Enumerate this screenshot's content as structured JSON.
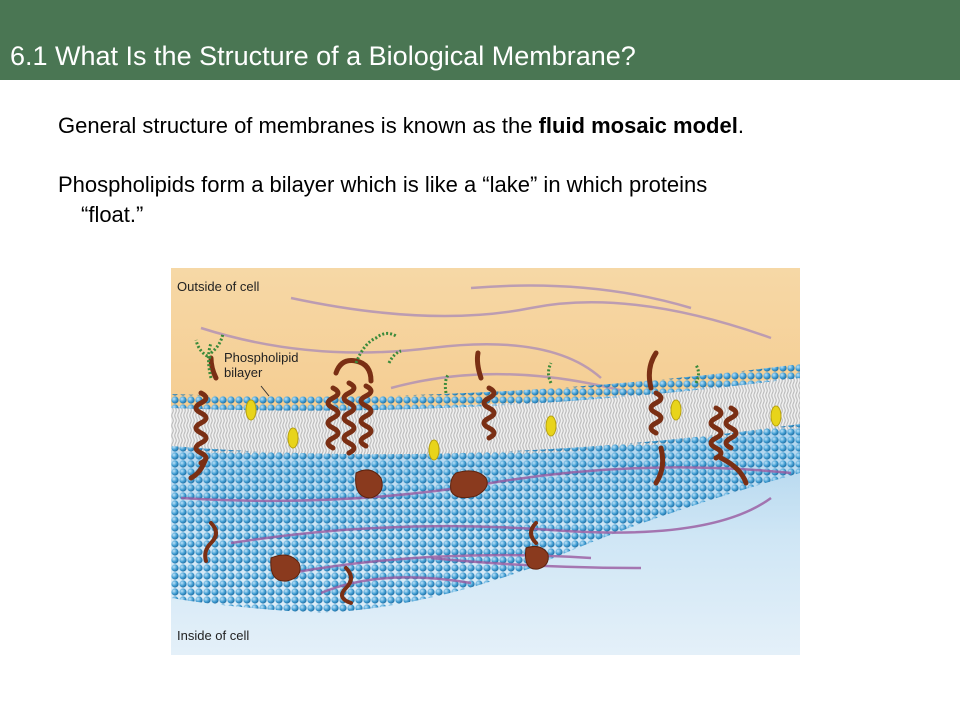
{
  "slide": {
    "title": "6.1 What Is the Structure of a Biological Membrane?",
    "paragraph1": {
      "before": "General structure of membranes is known as the ",
      "bold": "fluid mosaic model",
      "after": "."
    },
    "paragraph2": {
      "line1": "Phospholipids form a bilayer which is like a “lake” in which proteins",
      "line2": "“float.”"
    }
  },
  "figure": {
    "labels": {
      "outside": "Outside of cell",
      "phospholipid": "Phospholipid",
      "bilayer": "bilayer",
      "inside": "Inside of cell"
    }
  },
  "colors": {
    "title_bar": "#4a7653",
    "title_text": "#ffffff",
    "outside_fill": "#f4c98a",
    "inside_fill": "#bcdcf0",
    "lipid_head_blue": "#3d9ad0",
    "lipid_tail": "#d8d8d8",
    "protein": "#8a3a1e",
    "cholesterol": "#e8d41a",
    "fiber": "#9a6aa6",
    "glycan": "#3a8a3a"
  }
}
